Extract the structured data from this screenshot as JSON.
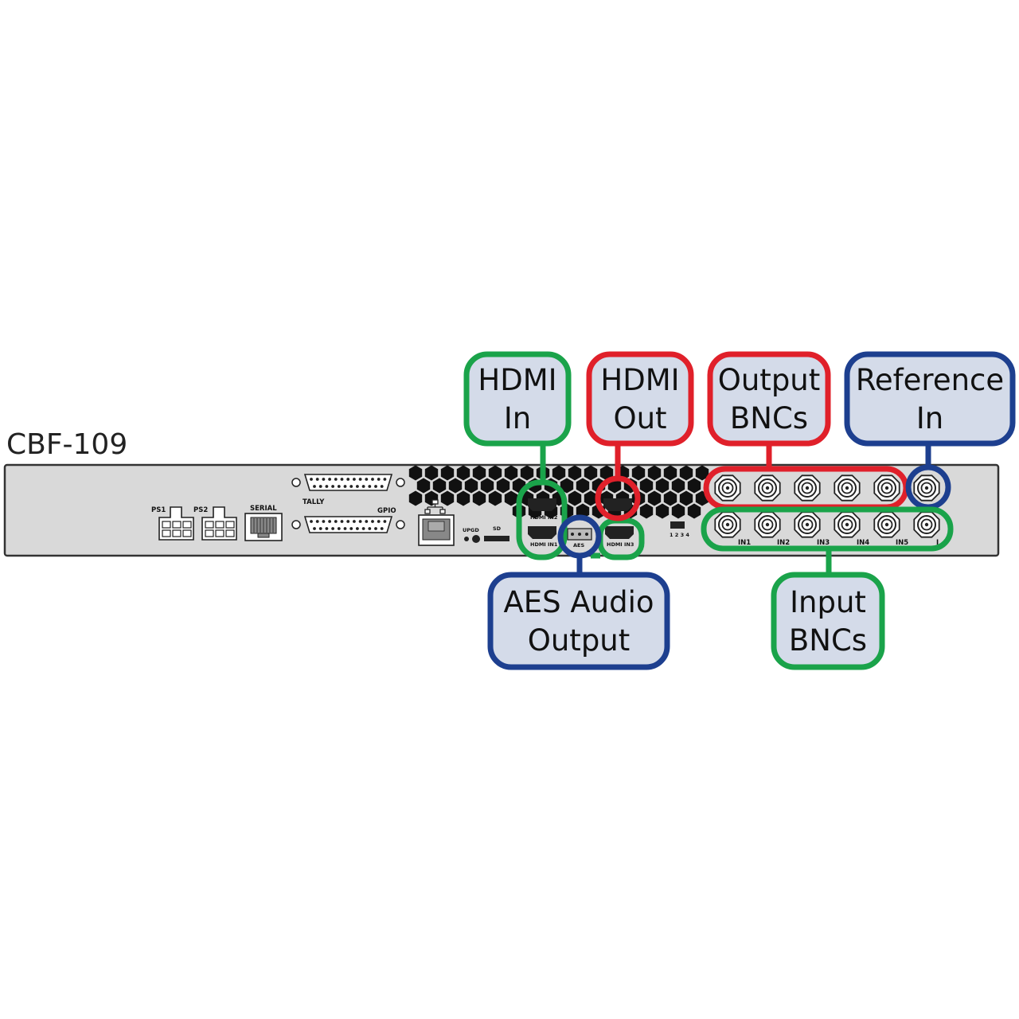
{
  "model": "CBF-109",
  "colors": {
    "green": "#1aa34a",
    "red": "#e0202a",
    "blue": "#1d3f8f",
    "callout_fill": "#d4dbe9",
    "chassis": "#d9d9d9"
  },
  "ports": {
    "ps1": "PS1",
    "ps2": "PS2",
    "serial": "SERIAL",
    "tally": "TALLY",
    "gpio": "GPIO",
    "upgd": "UPGD",
    "sd": "SD",
    "hdmi_in1": "HDMI IN1",
    "hdmi_in2": "HDMI IN2",
    "hdmi_in3": "HDMI IN3",
    "aes": "AES",
    "dip": "1 2 3 4",
    "in1": "IN1",
    "in2": "IN2",
    "in3": "IN3",
    "in4": "IN4",
    "in5": "IN5",
    "in6": "I"
  },
  "callouts": {
    "hdmi_in": [
      "HDMI",
      "In"
    ],
    "hdmi_out": [
      "HDMI",
      "Out"
    ],
    "output_bncs": [
      "Output",
      "BNCs"
    ],
    "reference_in": [
      "Reference",
      "In"
    ],
    "aes_audio_output": [
      "AES Audio",
      "Output"
    ],
    "input_bncs": [
      "Input",
      "BNCs"
    ]
  }
}
